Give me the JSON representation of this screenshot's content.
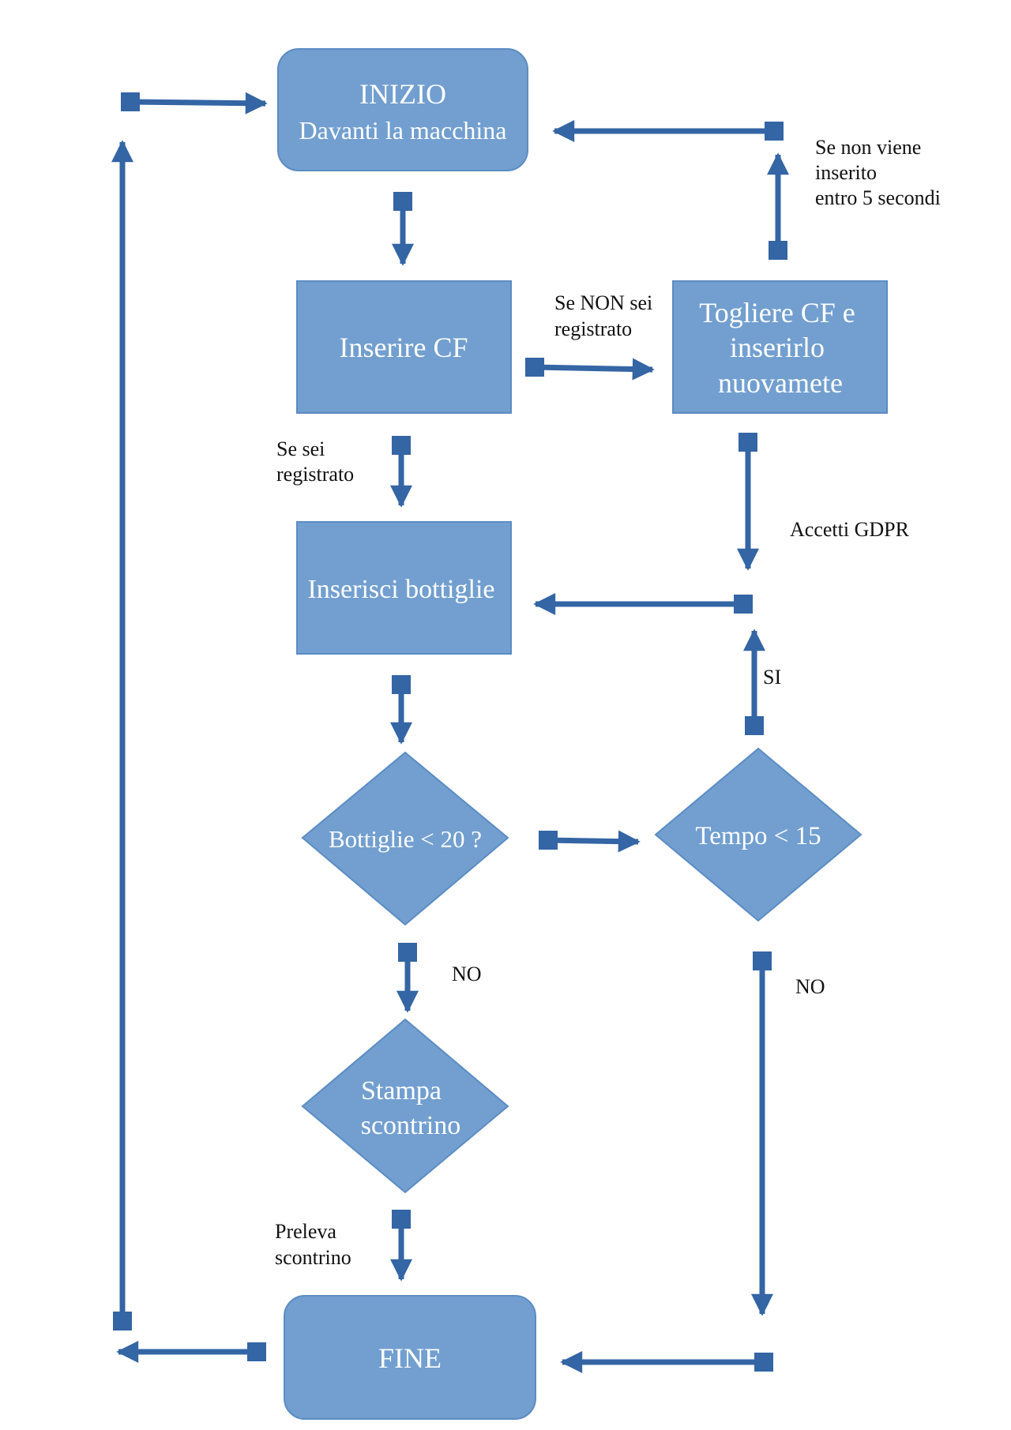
{
  "colors": {
    "node_fill": "#729fcf",
    "node_stroke": "#5b8cc3",
    "arrow": "#3465a4"
  },
  "nodes": {
    "inizio": {
      "line1": "INIZIO",
      "line2": "Davanti la macchina"
    },
    "inserire_cf": {
      "label": "Inserire CF"
    },
    "togliere_cf": {
      "line1": "Togliere CF e",
      "line2": "inserirlo",
      "line3": "nuovamete"
    },
    "inserisci_bottiglie": {
      "label": "Inserisci bottiglie"
    },
    "bottiglie_check": {
      "label": "Bottiglie < 20 ?"
    },
    "tempo_check": {
      "label": "Tempo < 15"
    },
    "stampa_scontrino": {
      "line1": "Stampa",
      "line2": "scontrino"
    },
    "fine": {
      "label": "FINE"
    }
  },
  "edge_labels": {
    "non_inserito": {
      "line1": "Se non viene",
      "line2": "inserito",
      "line3": "entro 5 secondi"
    },
    "non_registrato": {
      "line1": "Se NON sei",
      "line2": "registrato"
    },
    "registrato": {
      "line1": "Se sei",
      "line2": "registrato"
    },
    "gdpr": "Accetti GDPR",
    "si": "SI",
    "no_bottiglie": "NO",
    "no_tempo": "NO",
    "preleva": {
      "line1": "Preleva",
      "line2": "scontrino"
    }
  }
}
